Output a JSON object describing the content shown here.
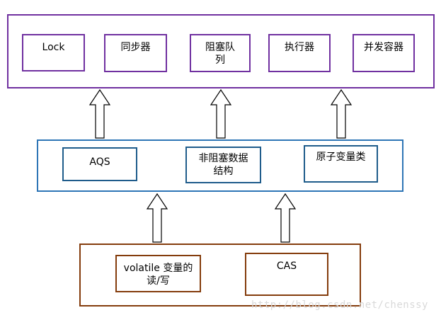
{
  "top_layer": {
    "items": [
      {
        "label": "Lock"
      },
      {
        "label": "同步器"
      },
      {
        "label": "阻塞队列"
      },
      {
        "label": "执行器"
      },
      {
        "label": "并发容器"
      }
    ]
  },
  "middle_layer": {
    "items": [
      {
        "label": "AQS"
      },
      {
        "label": "非阻塞数据结构"
      },
      {
        "label": "原子变量类"
      }
    ]
  },
  "bottom_layer": {
    "items": [
      {
        "label": "volatile 变量的读/写"
      },
      {
        "label": "CAS"
      }
    ]
  },
  "watermark": "http://blog.csdn.net/chenssy",
  "colors": {
    "top_border": "#7030a0",
    "middle_border": "#2e75b6",
    "bottom_border": "#843c0c"
  }
}
